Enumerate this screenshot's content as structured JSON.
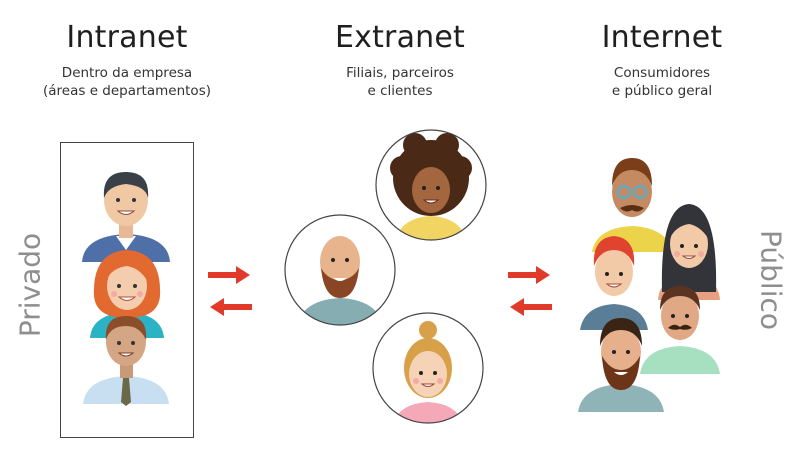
{
  "columns": [
    {
      "title": "Intranet",
      "subtitle_lines": [
        "Dentro da empresa",
        "(áreas e departamentos)"
      ]
    },
    {
      "title": "Extranet",
      "subtitle_lines": [
        "Filiais, parceiros",
        "e clientes"
      ]
    },
    {
      "title": "Internet",
      "subtitle_lines": [
        "Consumidores",
        "e público geral"
      ]
    }
  ],
  "side_labels": {
    "left": "Privado",
    "right": "Público"
  },
  "colors": {
    "arrow": "#e23a2a",
    "box_border": "#444444",
    "circle_border": "#444444",
    "side_label": "#8e8e8e"
  }
}
